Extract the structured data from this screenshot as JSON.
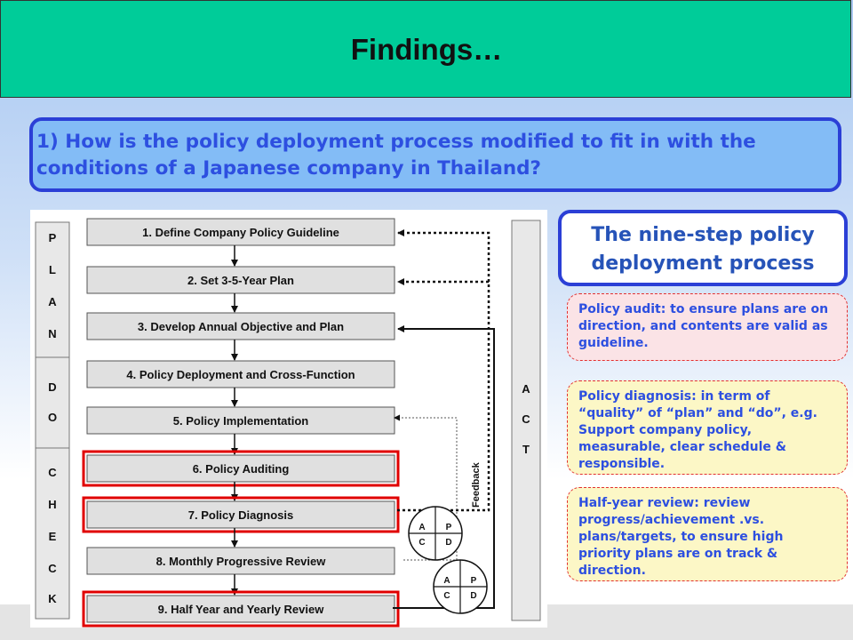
{
  "header": {
    "title": "Findings…"
  },
  "question": {
    "text": "1) How is the policy deployment process modified to fit in with the conditions of a Japanese company in Thailand?"
  },
  "process_title": "The nine-step policy deployment process",
  "notes": [
    {
      "text": "Policy audit: to ensure plans are on direction, and contents are valid as guideline."
    },
    {
      "text": "Policy diagnosis: in  term of “quality” of “plan” and “do”, e.g. Support company policy, measurable, clear schedule & responsible."
    },
    {
      "text": "Half-year review: review progress/achievement .vs. plans/targets, to ensure high priority plans are on track & direction."
    }
  ],
  "diagram": {
    "phases": [
      {
        "letters": [
          "P",
          "L",
          "A",
          "N"
        ]
      },
      {
        "letters": [
          "D",
          "O"
        ]
      },
      {
        "letters": [
          "C",
          "H",
          "E",
          "C",
          "K"
        ]
      }
    ],
    "act_letters": [
      "A",
      "C",
      "T"
    ],
    "feedback_label": "Feedback",
    "steps": [
      {
        "label": "1. Define Company Policy Guideline",
        "highlighted": false
      },
      {
        "label": "2. Set 3-5-Year Plan",
        "highlighted": false
      },
      {
        "label": "3. Develop Annual Objective and Plan",
        "highlighted": false
      },
      {
        "label": "4. Policy Deployment and Cross-Function",
        "highlighted": false
      },
      {
        "label": "5. Policy Implementation",
        "highlighted": false
      },
      {
        "label": "6. Policy Auditing",
        "highlighted": true
      },
      {
        "label": "7.  Policy Diagnosis",
        "highlighted": true
      },
      {
        "label": "8. Monthly Progressive Review",
        "highlighted": false
      },
      {
        "label": "9. Half Year and Yearly Review",
        "highlighted": true
      }
    ],
    "pdca": [
      "A",
      "P",
      "C",
      "D"
    ],
    "highlight_color": "#e00000"
  }
}
